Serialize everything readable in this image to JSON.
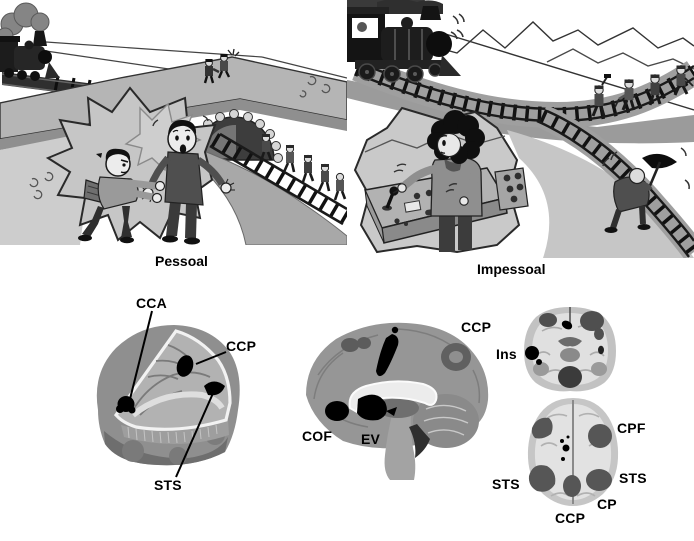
{
  "captions": {
    "personal": "Pessoal",
    "impersonal": "Impessoal"
  },
  "labels": {
    "render3d": {
      "cca": "CCA",
      "ccp": "CCP",
      "sts": "STS"
    },
    "sagittal": {
      "ccp": "CCP",
      "cof": "COF",
      "ev": "EV"
    },
    "coronal": {
      "ins": "Ins"
    },
    "axial": {
      "cpf": "CPF",
      "sts_left": "STS",
      "sts_right": "STS",
      "cp": "CP",
      "ccp": "CCP"
    }
  },
  "colors": {
    "background": "#ffffff",
    "text": "#000000",
    "activation_black": "#000000",
    "activation_dark_gray": "#4f4f4f",
    "cartoon_mid_gray": "#b5b5b5",
    "cartoon_light_gray": "#c9c9c9"
  }
}
